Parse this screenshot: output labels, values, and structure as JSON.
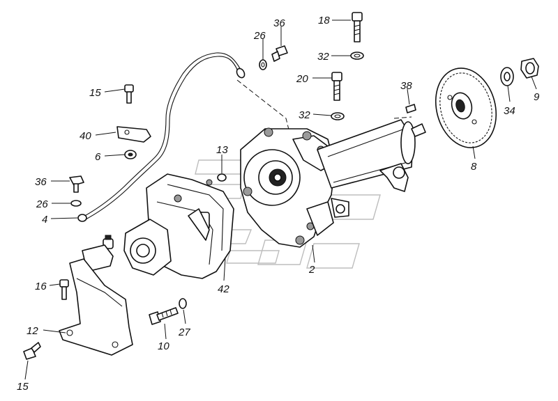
{
  "diagram": {
    "callouts": [
      {
        "id": "c1",
        "label": "18"
      },
      {
        "id": "c2",
        "label": "36"
      },
      {
        "id": "c3",
        "label": "26"
      },
      {
        "id": "c4",
        "label": "32"
      },
      {
        "id": "c5",
        "label": "20"
      },
      {
        "id": "c6",
        "label": "38"
      },
      {
        "id": "c7",
        "label": "15"
      },
      {
        "id": "c8",
        "label": "32"
      },
      {
        "id": "c9",
        "label": "34"
      },
      {
        "id": "c10",
        "label": "9"
      },
      {
        "id": "c11",
        "label": "40"
      },
      {
        "id": "c12",
        "label": "6"
      },
      {
        "id": "c13",
        "label": "13"
      },
      {
        "id": "c14",
        "label": "36"
      },
      {
        "id": "c15",
        "label": "26"
      },
      {
        "id": "c16",
        "label": "4"
      },
      {
        "id": "c17",
        "label": "8"
      },
      {
        "id": "c18",
        "label": "16"
      },
      {
        "id": "c19",
        "label": "42"
      },
      {
        "id": "c20",
        "label": "2"
      },
      {
        "id": "c21",
        "label": "12"
      },
      {
        "id": "c22",
        "label": "27"
      },
      {
        "id": "c23",
        "label": "10"
      },
      {
        "id": "c24",
        "label": "15"
      }
    ]
  }
}
